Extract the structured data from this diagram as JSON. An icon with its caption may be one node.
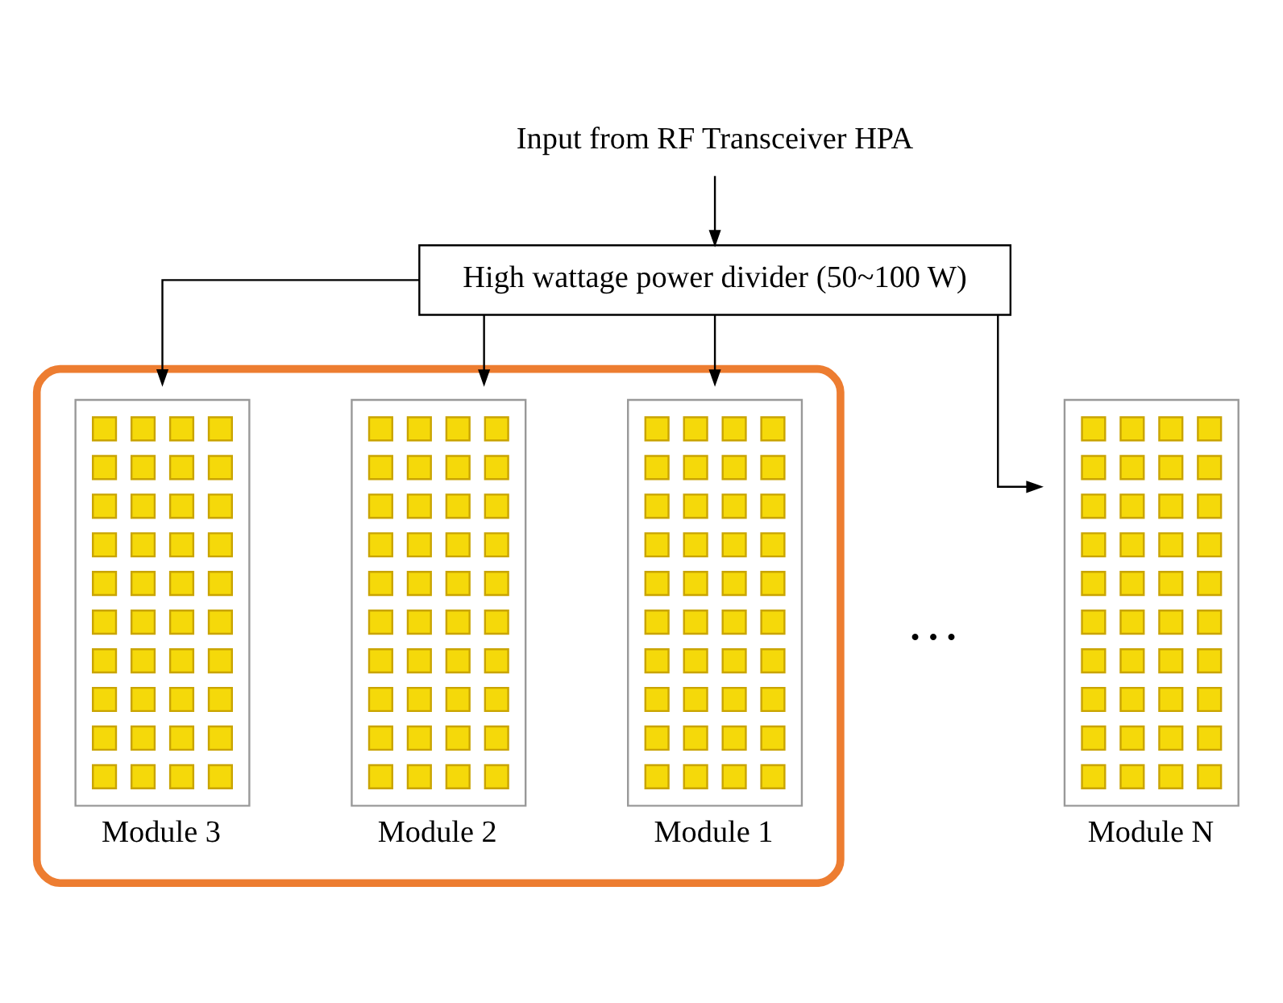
{
  "diagram": {
    "nodes": [
      {
        "text": [
          "Input from RF Transceiver HPA"
        ]
      },
      {
        "text": [
          "High wattage power divider (50~100 W)"
        ]
      },
      {
        "text": [],
        "shape": "box"
      },
      {
        "text": [
          "Module 1"
        ],
        "in": 2
      },
      {
        "text": [
          "Module 2"
        ],
        "in": 2
      },
      {
        "text": [
          "Module 3"
        ],
        "in": 2
      },
      {
        "text": [
          "Module N"
        ]
      }
    ],
    "edges": [
      {
        "from": 0,
        "to": 1,
        "arrow": "to"
      },
      {
        "from": 1,
        "to": 3,
        "arrow": "to"
      },
      {
        "from": 1,
        "to": 4,
        "arrow": "to"
      },
      {
        "from": 1,
        "to": 5,
        "arrow": "to"
      },
      {
        "from": 1,
        "to": 6,
        "arrow": "to"
      }
    ],
    "labels": [
      "…"
    ]
  }
}
